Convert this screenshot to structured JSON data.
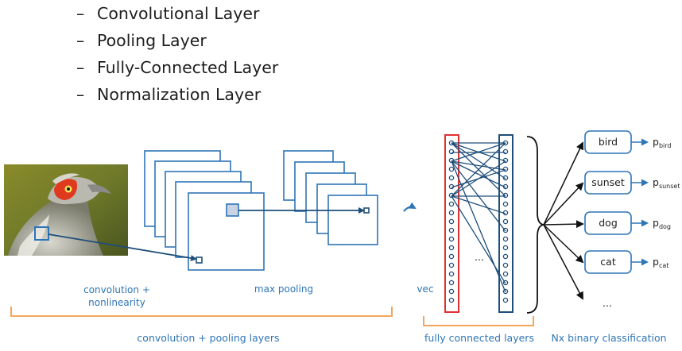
{
  "bullets": [
    {
      "dash": "–",
      "label": "Convolutional Layer"
    },
    {
      "dash": "–",
      "label": "Pooling Layer"
    },
    {
      "dash": "–",
      "label": "Fully-Connected Layer"
    },
    {
      "dash": "–",
      "label": "Normalization Layer"
    }
  ],
  "labels": {
    "conv_line1": "convolution +",
    "conv_line2": "nonlinearity",
    "max_pooling": "max pooling",
    "vec": "vec",
    "conv_pool_layers": "convolution + pooling layers",
    "fc_layers": "fully connected layers",
    "binary_cls": "Nx binary classification",
    "fc_ellipsis": "...",
    "cls_ellipsis": "..."
  },
  "classes": [
    {
      "label": "bird",
      "p": "p",
      "sub": "bird"
    },
    {
      "label": "sunset",
      "p": "p",
      "sub": "sunset"
    },
    {
      "label": "dog",
      "p": "p",
      "sub": "dog"
    },
    {
      "label": "cat",
      "p": "p",
      "sub": "cat"
    }
  ],
  "colors": {
    "blue": "#2e75b6",
    "dark_blue": "#1f4e79",
    "orange": "#f4a65a",
    "red": "#e03030"
  }
}
